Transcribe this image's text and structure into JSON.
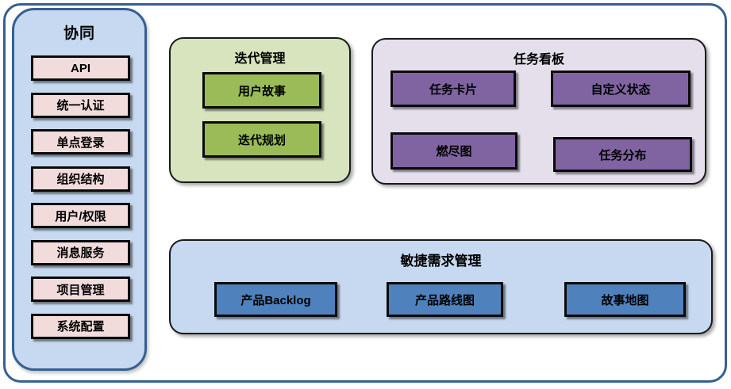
{
  "colors": {
    "frame_border": "#365f91",
    "sidebar_fill": "#c6d9f0",
    "sidebar_item_fill": "#f2dcdb",
    "iteration_group_fill": "#d7e4bd",
    "iteration_item_fill": "#9bbb59",
    "taskboard_group_fill": "#e5dfec",
    "taskboard_item_fill": "#8064a2",
    "agile_group_fill": "#c6d9f0",
    "agile_item_fill": "#4f81bd",
    "box_border": "#0a0a0a",
    "text": "#000000"
  },
  "sidebar": {
    "title": "协同",
    "items": [
      "API",
      "统一认证",
      "单点登录",
      "组织结构",
      "用户/权限",
      "消息服务",
      "项目管理",
      "系统配置"
    ]
  },
  "sections": {
    "iteration": {
      "title": "迭代管理",
      "items": [
        "用户故事",
        "迭代规划"
      ]
    },
    "taskboard": {
      "title": "任务看板",
      "items": [
        "任务卡片",
        "自定义状态",
        "燃尽图",
        "任务分布"
      ]
    },
    "agile": {
      "title": "敏捷需求管理",
      "items": [
        "产品Backlog",
        "产品路线图",
        "故事地图"
      ]
    }
  }
}
